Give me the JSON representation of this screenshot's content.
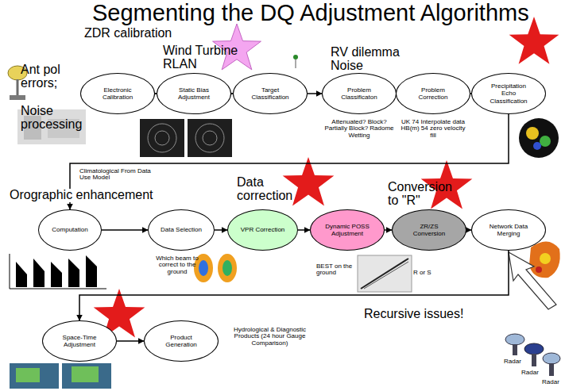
{
  "diagram": {
    "title": "Segmenting the DQ Adjustment Algorithms",
    "nodes": [
      {
        "text": [
          "Electronic Calibration"
        ]
      },
      {
        "text": [
          "Static Bias Adjustment"
        ]
      },
      {
        "text": [
          "Target Classification"
        ]
      },
      {
        "text": [
          "Problem Classificaton"
        ]
      },
      {
        "text": [
          "Problem Correction"
        ]
      },
      {
        "text": [
          "Precipitation Echo Classification"
        ]
      },
      {
        "text": [
          "Computation"
        ]
      },
      {
        "text": [
          "Data Selection"
        ]
      },
      {
        "text": [
          "VPR Correction"
        ]
      },
      {
        "text": [
          "Dynamic POSS Adjustment"
        ]
      },
      {
        "text": [
          "ZR/ZS Conversion"
        ]
      },
      {
        "text": [
          "Network Data Merging"
        ]
      },
      {
        "text": [
          "Space-Time Adjustment"
        ]
      },
      {
        "text": [
          "Product Generation"
        ]
      }
    ],
    "edges": [
      {
        "from": 0,
        "to": 1,
        "arrow": "to"
      },
      {
        "from": 1,
        "to": 2,
        "arrow": "to"
      },
      {
        "from": 2,
        "to": 3,
        "arrow": "to"
      },
      {
        "from": 3,
        "to": 4,
        "arrow": "to"
      },
      {
        "from": 4,
        "to": 5,
        "arrow": "to"
      },
      {
        "from": 5,
        "to": 6,
        "arrow": "to"
      },
      {
        "from": 6,
        "to": 7,
        "arrow": "to"
      },
      {
        "from": 7,
        "to": 8,
        "arrow": "to"
      },
      {
        "from": 8,
        "to": 9,
        "arrow": "to"
      },
      {
        "from": 9,
        "to": 10,
        "arrow": "to"
      },
      {
        "from": 10,
        "to": 11,
        "arrow": "to"
      },
      {
        "from": 11,
        "to": 12,
        "arrow": "to"
      },
      {
        "from": 12,
        "to": 13,
        "arrow": "to"
      }
    ],
    "labels": [
      "ZDR calibration",
      "Wind Turbine RLAN",
      "Ant pol errors;",
      "Noise processing",
      "RV dilemma Noise",
      "Attenuated? Block? Partially Block? Radome Wetting",
      "UK 74 Interpolate data HB(m) 54 zero velocity fill",
      "Climatological From Data Use Model",
      "Orographic enhancement",
      "Data correction",
      "Conversion to \"R\"",
      "Which beam to correct to the ground",
      "BEST on the ground",
      "R or S",
      "Hydrological & Diagnostic Products (24 hour Gauge Comparison)",
      "Recursive issues!",
      "Radar",
      "Radar",
      "Radar"
    ]
  }
}
